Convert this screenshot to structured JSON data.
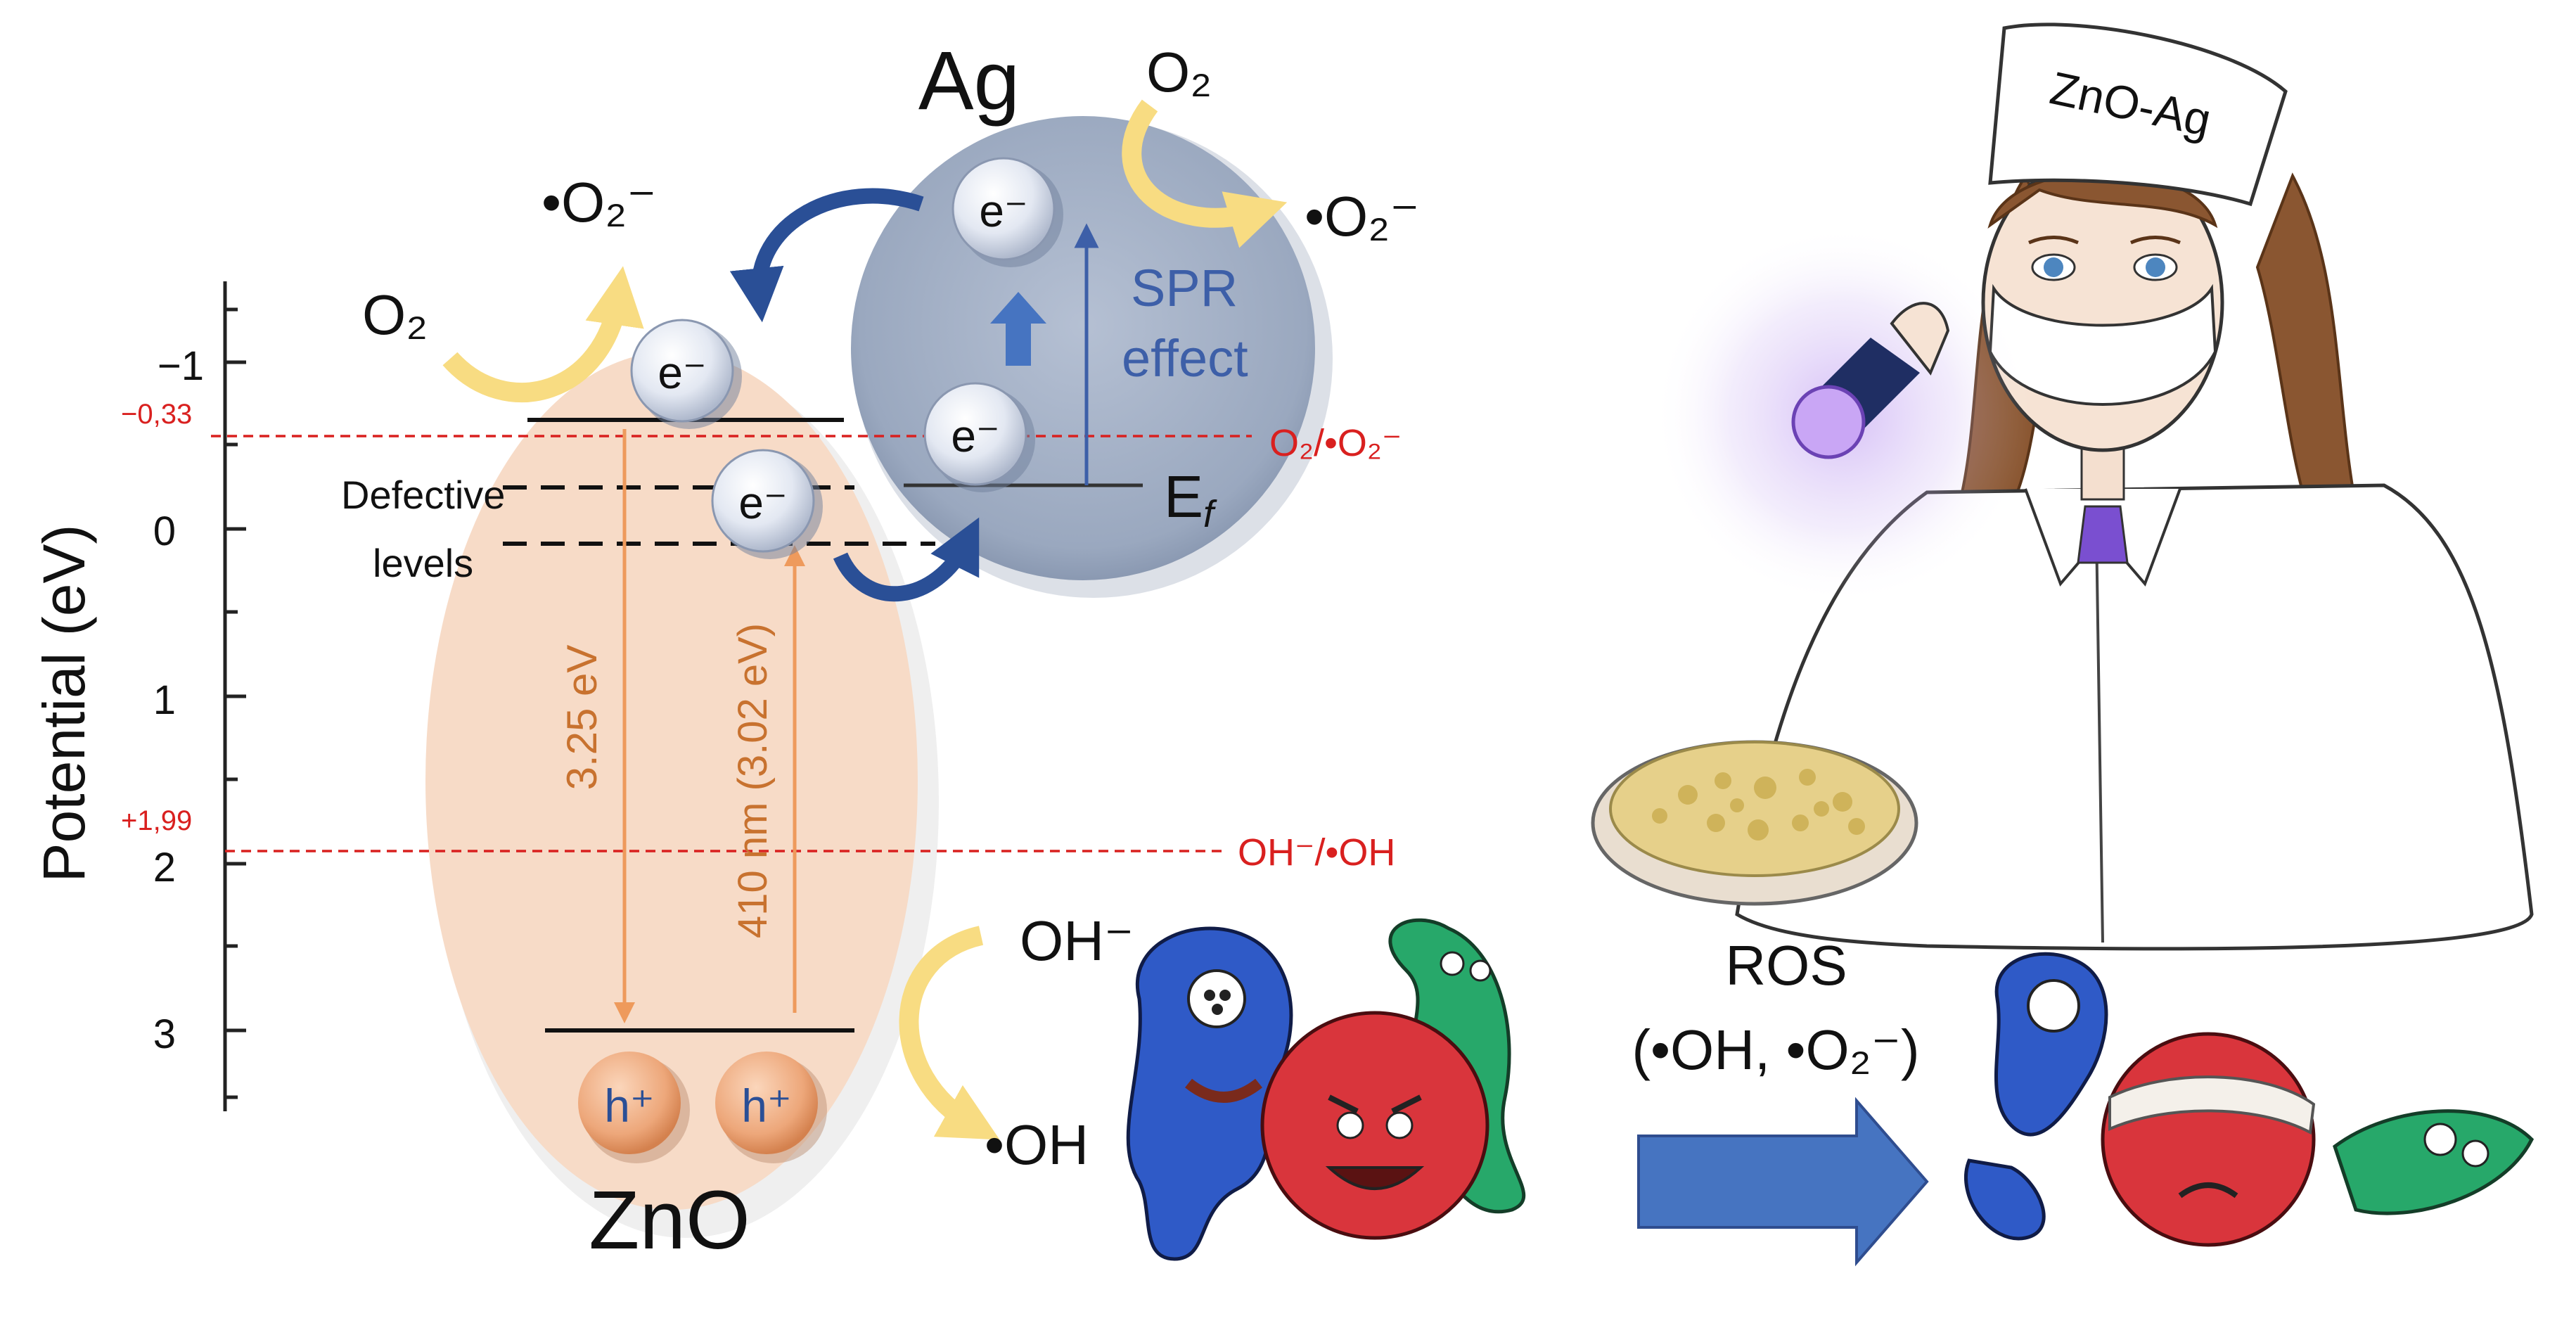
{
  "axis": {
    "label": "Potential (eV)",
    "ticks": [
      "−1",
      "0",
      "1",
      "2",
      "3"
    ]
  },
  "ref_levels": {
    "top_value": "−0,33",
    "top_couple": "O₂/•O₂⁻",
    "bottom_value": "+1,99",
    "bottom_couple": "OH⁻/•OH"
  },
  "zno": {
    "label": "ZnO",
    "band_gap": "3.25 eV",
    "absorption": "410 nm (3.02 eV)",
    "defect_label_1": "Defective",
    "defect_label_2": "levels",
    "electron": "e⁻",
    "hole": "h⁺"
  },
  "ag": {
    "label": "Ag",
    "spr_1": "SPR",
    "spr_2": "effect",
    "fermi_main": "E",
    "fermi_sub": "f"
  },
  "species": {
    "o2": "O₂",
    "superoxide": "•O₂⁻",
    "hydroxide": "OH⁻",
    "hydroxyl": "•OH"
  },
  "ros": {
    "title": "ROS",
    "detail": "(•OH, •O₂⁻)"
  },
  "scientist": {
    "cap_text": "ZnO-Ag"
  },
  "colors": {
    "ref_line": "#d9201f",
    "zno_fill": "#f7d9c4",
    "ag_fill": "#a6b3c8",
    "electron_fill": "#dde3ef",
    "hole_fill": "#eda77a",
    "transfer_arrow": "#2a4f96",
    "transition_arrow": "#ee9a5c",
    "spr_text": "#3d5fa8",
    "reaction_arrow": "#f8dc82",
    "big_arrow": "#4674c1"
  }
}
